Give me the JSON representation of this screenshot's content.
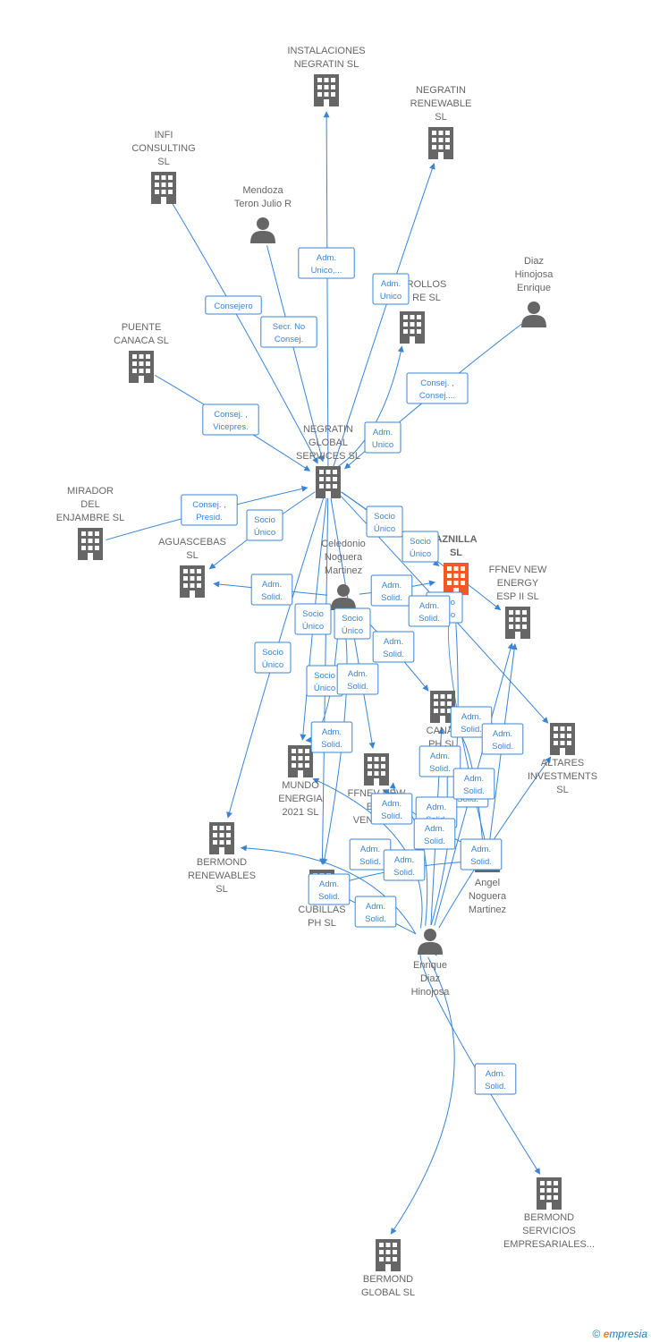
{
  "colors": {
    "node": "#666666",
    "focus": "#f05a28",
    "edge": "#3a84d6"
  },
  "nodes": [
    {
      "id": "instalaciones",
      "type": "company",
      "label": [
        "INSTALACIONES",
        "NEGRATIN SL"
      ]
    },
    {
      "id": "negratin_renewable",
      "type": "company",
      "label": [
        "NEGRATIN",
        "RENEWABLE",
        "SL"
      ]
    },
    {
      "id": "infi",
      "type": "company",
      "label": [
        "INFI",
        "CONSULTING",
        "SL"
      ]
    },
    {
      "id": "mendoza",
      "type": "person",
      "label": [
        "Mendoza",
        "Teron Julio R"
      ]
    },
    {
      "id": "desarrollos",
      "type": "company",
      "label": [
        "ROLLOS",
        "RE  SL"
      ]
    },
    {
      "id": "diaz_enrique",
      "type": "person",
      "label": [
        "Diaz",
        "Hinojosa",
        "Enrique"
      ]
    },
    {
      "id": "puente",
      "type": "company",
      "label": [
        "PUENTE",
        "CANACA SL"
      ]
    },
    {
      "id": "negratin_global",
      "type": "company",
      "label": [
        "NEGRATIN",
        "GLOBAL",
        "SERVICES  SL"
      ]
    },
    {
      "id": "mirador",
      "type": "company",
      "label": [
        "MIRADOR",
        "DEL",
        "ENJAMBRE SL"
      ]
    },
    {
      "id": "aguascebas",
      "type": "company",
      "label": [
        "AGUASCEBAS",
        "SL"
      ]
    },
    {
      "id": "celedonio",
      "type": "person",
      "label": [
        "Celedonio",
        "Noguera",
        "Martinez"
      ]
    },
    {
      "id": "focus",
      "type": "company",
      "focus": true,
      "label": [
        "AZNILLA",
        "SL"
      ]
    },
    {
      "id": "ffnev_esp2",
      "type": "company",
      "label": [
        "FFNEV NEW",
        "ENERGY",
        "ESP II  SL"
      ]
    },
    {
      "id": "altares",
      "type": "company",
      "label": [
        "ALTARES",
        "INVESTMENTS",
        "SL"
      ]
    },
    {
      "id": "canal",
      "type": "company",
      "label": [
        "CANAL",
        "PH  SL"
      ]
    },
    {
      "id": "mundo",
      "type": "company",
      "label": [
        "MUNDO",
        "ENERGIA",
        "2021  SL"
      ]
    },
    {
      "id": "ffnev_ventures",
      "type": "company",
      "label": [
        "FFNEV NEW",
        "ENE",
        "VENTURE"
      ]
    },
    {
      "id": "bermond_renewables",
      "type": "company",
      "label": [
        "BERMOND",
        "RENEWABLES",
        "SL"
      ]
    },
    {
      "id": "cubillas",
      "type": "company",
      "label": [
        "CUBILLAS",
        "PH  SL"
      ]
    },
    {
      "id": "angel",
      "type": "person",
      "label": [
        "Angel",
        "Noguera",
        "Martinez"
      ]
    },
    {
      "id": "enrique",
      "type": "person",
      "label": [
        "Enrique",
        "Diaz",
        "Hinojosa"
      ]
    },
    {
      "id": "bermond_servicios",
      "type": "company",
      "label": [
        "BERMOND",
        "SERVICIOS",
        "EMPRESARIALES..."
      ]
    },
    {
      "id": "bermond_global",
      "type": "company",
      "label": [
        "BERMOND",
        "GLOBAL  SL"
      ]
    }
  ],
  "edges": [
    {
      "from": "negratin_global",
      "to": "instalaciones",
      "label": [
        "Adm.",
        "Unico,..."
      ]
    },
    {
      "from": "negratin_global",
      "to": "negratin_renewable",
      "label": [
        "Adm.",
        "Unico"
      ]
    },
    {
      "from": "infi",
      "to": "negratin_global",
      "label": [
        "Consejero"
      ]
    },
    {
      "from": "mendoza",
      "to": "negratin_global",
      "label": [
        "Secr.  No",
        "Consej."
      ]
    },
    {
      "from": "diaz_enrique",
      "to": "negratin_global",
      "label": [
        "Consej. ,",
        "Consej...."
      ]
    },
    {
      "from": "puente",
      "to": "negratin_global",
      "label": [
        "Consej. ,",
        "Vicepres."
      ]
    },
    {
      "from": "negratin_global",
      "to": "desarrollos",
      "label": [
        "Adm.",
        "Unico"
      ]
    },
    {
      "from": "mirador",
      "to": "negratin_global",
      "label": [
        "Consej. ,",
        "Presid."
      ]
    },
    {
      "from": "negratin_global",
      "to": "aguascebas",
      "label": [
        "Socio",
        "Único"
      ]
    },
    {
      "from": "negratin_global",
      "to": "focus",
      "label": [
        "Socio",
        "Único"
      ]
    },
    {
      "from": "negratin_global",
      "to": "ffnev_esp2",
      "label": [
        "Socio",
        "Único"
      ]
    },
    {
      "from": "celedonio",
      "to": "aguascebas",
      "label": [
        "Adm.",
        "Solid."
      ]
    },
    {
      "from": "negratin_global",
      "to": "bermond_renewables",
      "label": [
        "Socio",
        "Único"
      ]
    },
    {
      "from": "negratin_global",
      "to": "mundo",
      "label": [
        "Socio",
        "Único"
      ]
    },
    {
      "from": "negratin_global",
      "to": "ffnev_ventures",
      "label": [
        "Socio",
        "Único"
      ]
    },
    {
      "from": "negratin_global",
      "to": "cubillas",
      "label": [
        "Socio",
        "Único"
      ]
    },
    {
      "from": "celedonio",
      "to": "canal",
      "label": [
        "Adm.",
        "Solid."
      ]
    },
    {
      "from": "celedonio",
      "to": "focus",
      "label": [
        "Adm.",
        "Solid."
      ]
    },
    {
      "from": "negratin_global",
      "to": "altares",
      "label": [
        "Socio",
        "Único"
      ]
    },
    {
      "from": "celedonio",
      "to": "mundo",
      "label": [
        "Adm.",
        "Solid."
      ]
    },
    {
      "from": "celedonio",
      "to": "cubillas",
      "label": [
        "Adm.",
        "Solid."
      ]
    },
    {
      "from": "angel",
      "to": "canal",
      "label": [
        "Adm.",
        "Solid."
      ]
    },
    {
      "from": "angel",
      "to": "ffnev_esp2",
      "label": [
        "Adm.",
        "Solid."
      ]
    },
    {
      "from": "angel",
      "to": "focus",
      "label": [
        "Adm.",
        "Solid."
      ]
    },
    {
      "from": "angel",
      "to": "ffnev_ventures",
      "label": [
        "Adm.",
        "Solid."
      ]
    },
    {
      "from": "enrique",
      "to": "canal",
      "label": [
        "Adm.",
        "Solid."
      ]
    },
    {
      "from": "enrique",
      "to": "focus",
      "label": [
        "Adm.",
        "Solid."
      ]
    },
    {
      "from": "enrique",
      "to": "ffnev_ventures",
      "label": [
        "Adm.",
        "Solid."
      ]
    },
    {
      "from": "enrique",
      "to": "mundo",
      "label": [
        "Adm.",
        "Solid."
      ]
    },
    {
      "from": "enrique",
      "to": "bermond_renewables",
      "label": [
        "Adm.",
        "Solid."
      ]
    },
    {
      "from": "enrique",
      "to": "cubillas",
      "label": [
        "Adm.",
        "Solid."
      ]
    },
    {
      "from": "enrique",
      "to": "altares",
      "label": [
        "Adm.",
        "Solid."
      ]
    },
    {
      "from": "enrique",
      "to": "ffnev_esp2",
      "label": [
        "Adm.",
        "Solid."
      ]
    },
    {
      "from": "angel",
      "to": "cubillas",
      "label": [
        "Adm.",
        "Solid."
      ]
    },
    {
      "from": "enrique",
      "to": "bermond_servicios",
      "label": [
        "Adm.",
        "Solid."
      ]
    },
    {
      "from": "enrique",
      "to": "bermond_global",
      "label": [
        "Adm.",
        "Solid."
      ]
    }
  ],
  "brand": {
    "symbol": "©",
    "e": "e",
    "rest": "mpresia"
  }
}
